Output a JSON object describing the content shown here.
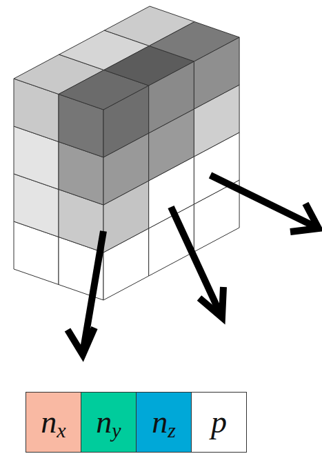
{
  "diagram": {
    "nodes": [
      {
        "text": [
          "n",
          "x"
        ]
      },
      {
        "text": [
          "n",
          "y"
        ]
      },
      {
        "text": [
          "n",
          "z"
        ]
      },
      {
        "text": [
          "p"
        ]
      }
    ]
  }
}
